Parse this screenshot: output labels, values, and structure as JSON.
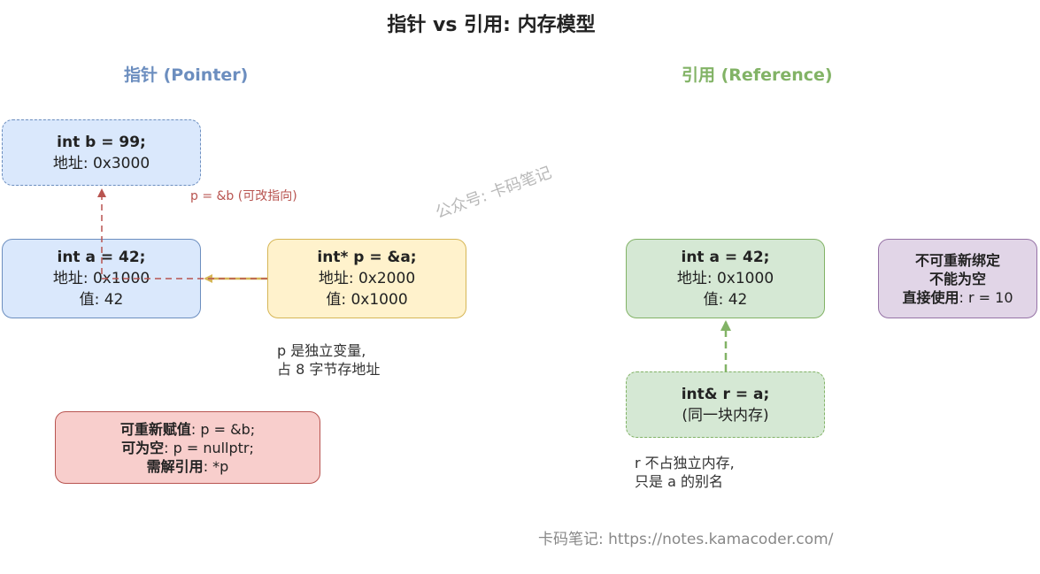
{
  "title": "指针 vs 引用: 内存模型",
  "pointer_section": {
    "title": "指针 (Pointer)",
    "color": "#6c8ebf",
    "box_b": {
      "line1": "int b = 99;",
      "line2": "地址: 0x3000"
    },
    "box_a": {
      "line1": "int a = 42;",
      "line2": "地址: 0x1000",
      "line3": "值: 42"
    },
    "box_p": {
      "line1": "int* p = &a;",
      "line2": "地址: 0x2000",
      "line3": "值: 0x1000"
    },
    "reassign_label": "p = &b (可改指向)",
    "note": {
      "line1": "p 是独立变量,",
      "line2": "占 8 字节存地址"
    },
    "props": {
      "l1_bold": "可重新赋值",
      "l1_rest": ": p = &b;",
      "l2_bold": "可为空",
      "l2_rest": ": p = nullptr;",
      "l3_bold": "需解引用",
      "l3_rest": ": *p"
    }
  },
  "reference_section": {
    "title": "引用 (Reference)",
    "color": "#82b366",
    "box_a": {
      "line1": "int a = 42;",
      "line2": "地址: 0x1000",
      "line3": "值: 42"
    },
    "box_r": {
      "line1": "int& r = a;",
      "line2": "(同一块内存)"
    },
    "note": {
      "line1": "r 不占独立内存,",
      "line2": "只是 a 的别名"
    },
    "props": {
      "l1_bold": "不可重新绑定",
      "l2_bold": "不能为空",
      "l3_bold": "直接使用",
      "l3_rest": ": r = 10"
    }
  },
  "watermark": "公众号: 卡码笔记",
  "footer": "卡码笔记: https://notes.kamacoder.com/"
}
